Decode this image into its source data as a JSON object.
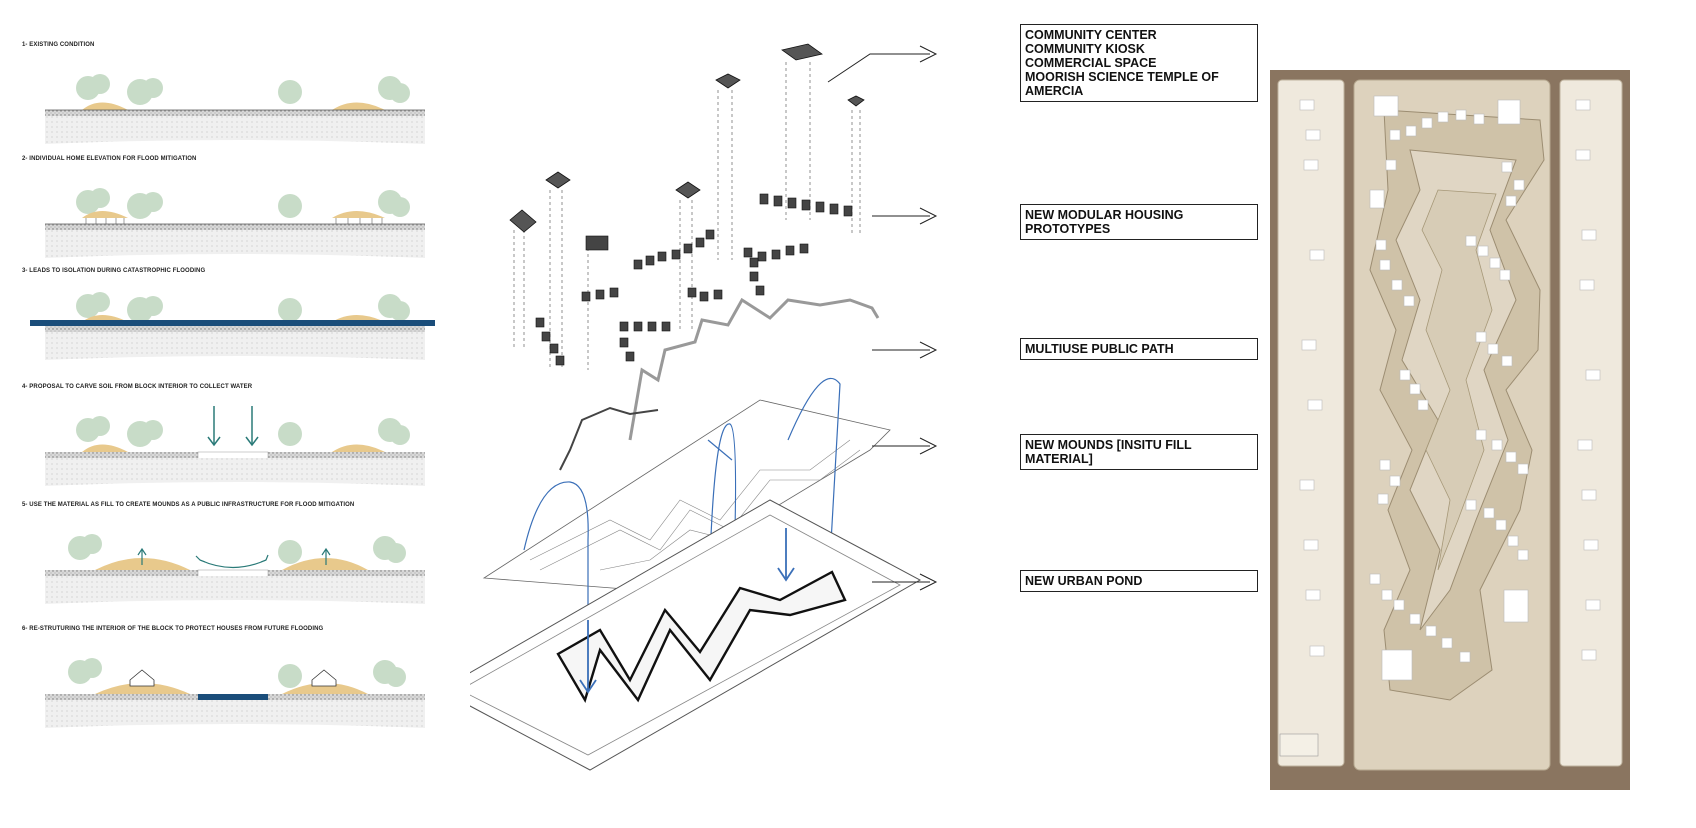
{
  "steps": [
    {
      "label": "1- EXISTING CONDITION"
    },
    {
      "label": "2- INDIVIDUAL HOME ELEVATION FOR FLOOD MITIGATION"
    },
    {
      "label": "3- LEADS TO ISOLATION DURING CATASTROPHIC FLOODING"
    },
    {
      "label": "4- PROPOSAL TO CARVE SOIL FROM BLOCK INTERIOR TO COLLECT WATER"
    },
    {
      "label": "5- USE THE MATERIAL AS FILL TO CREATE MOUNDS AS A PUBLIC INFRASTRUCTURE FOR FLOOD MITIGATION"
    },
    {
      "label": "6- RE-STRUTURING THE INTERIOR OF THE BLOCK TO PROTECT HOUSES FROM FUTURE FLOODING"
    }
  ],
  "callouts": {
    "community": {
      "lines": [
        "COMMUNITY CENTER",
        "COMMUNITY KIOSK",
        "COMMERCIAL SPACE",
        "MOORISH SCIENCE TEMPLE OF AMERCIA"
      ]
    },
    "housing": "NEW MODULAR HOUSING PROTOTYPES",
    "path": "MULTIUSE PUBLIC PATH",
    "mounds": "NEW MOUNDS [INSITU FILL MATERIAL]",
    "pond": "NEW URBAN POND"
  },
  "colors": {
    "soil": "#9a9a9a",
    "sand": "#e8c98c",
    "tree": "#b9d4b9",
    "flood": "#1a4d7a",
    "arrow_teal": "#2a7a78",
    "arrow_blue": "#3a6fb8",
    "model_base": "#8a7560",
    "model_wood": "#d8cbb4"
  }
}
